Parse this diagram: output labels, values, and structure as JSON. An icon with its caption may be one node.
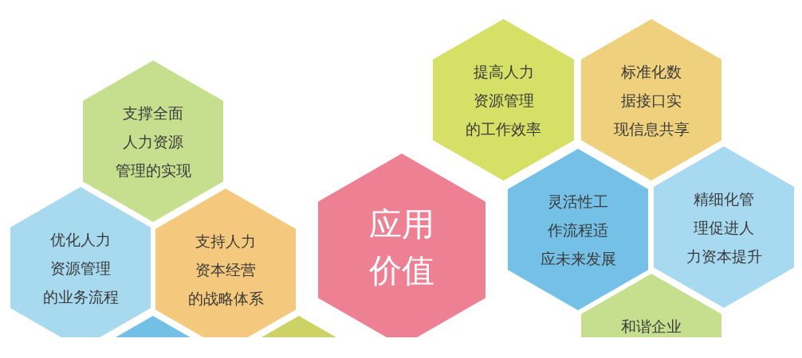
{
  "diagram": {
    "nodes": [
      {
        "text": [
          "支撑全面人力资源管理的实现"
        ]
      },
      {
        "text": [
          "优化人力资源管理的业务流程"
        ]
      },
      {
        "text": [
          "支持人力资本经营的战略体系"
        ]
      },
      {
        "text": [],
        "shape": "hexagon"
      },
      {
        "text": [],
        "shape": "hexagon"
      },
      {
        "text": [
          "应用价值"
        ]
      },
      {
        "text": [
          "提高人力资源管理的工作效率"
        ]
      },
      {
        "text": [
          "标准化数据接口实现信息共享"
        ]
      },
      {
        "text": [
          "灵活性工作流程适应未来发展"
        ]
      },
      {
        "text": [
          "精细化管理促进人力资本提升"
        ]
      },
      {
        "text": [
          "和谐企业"
        ]
      }
    ]
  }
}
